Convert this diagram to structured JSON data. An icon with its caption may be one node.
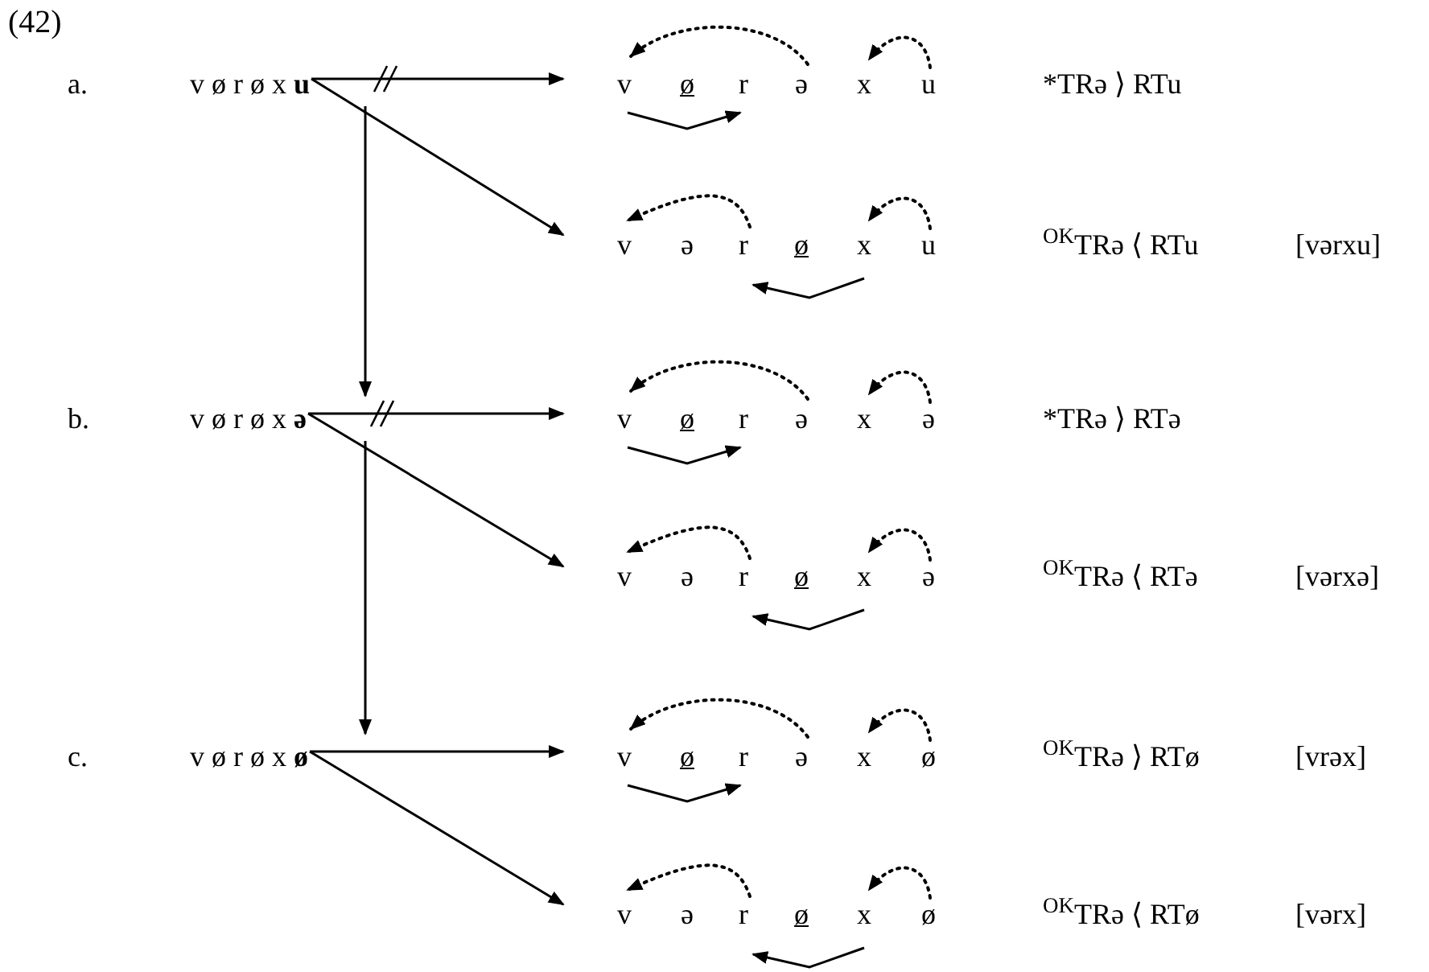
{
  "diagram": {
    "title": "(42)",
    "nodes": [
      {
        "text": [
          "v ø r ø x **u**"
        ],
        "beside": [
          "a."
        ]
      },
      {
        "text": [
          "v",
          "ø",
          "r",
          "ə",
          "x",
          "u"
        ],
        "beside": [
          "*TRə ⟩ RTu"
        ]
      },
      {
        "text": [
          "v",
          "ə",
          "r",
          "ø",
          "x",
          "u"
        ],
        "beside": [
          "$^{OK}$TRə ⟨ RTu",
          "[vərxu]"
        ]
      },
      {
        "text": [
          "v ø r ø x **ə**"
        ],
        "beside": [
          "b."
        ]
      },
      {
        "text": [
          "v",
          "ø",
          "r",
          "ə",
          "x",
          "ə"
        ],
        "beside": [
          "*TRə ⟩ RTə"
        ]
      },
      {
        "text": [
          "v",
          "ə",
          "r",
          "ø",
          "x",
          "ə"
        ],
        "beside": [
          "$^{OK}$TRə ⟨ RTə",
          "[vərxə]"
        ]
      },
      {
        "text": [
          "v ø r ø x **ø**"
        ],
        "beside": [
          "c."
        ]
      },
      {
        "text": [
          "v",
          "ø",
          "r",
          "ə",
          "x",
          "ø"
        ],
        "beside": [
          "$^{OK}$TRə ⟩ RTø",
          "[vrəx]"
        ]
      },
      {
        "text": [
          "v",
          "ə",
          "r",
          "ø",
          "x",
          "ø"
        ],
        "beside": [
          "$^{OK}$TRə ⟨ RTø",
          "[vərx]"
        ]
      }
    ],
    "edges": [
      {
        "from": 0,
        "to": 1,
        "arrow": "to"
      },
      {
        "from": 0,
        "to": 2,
        "arrow": "to"
      },
      {
        "from": 0,
        "to": 3,
        "arrow": "to"
      },
      {
        "from": 3,
        "to": 4,
        "arrow": "to"
      },
      {
        "from": 3,
        "to": 5,
        "arrow": "to"
      },
      {
        "from": 3,
        "to": 6,
        "arrow": "to"
      },
      {
        "from": 6,
        "to": 7,
        "arrow": "to"
      },
      {
        "from": 6,
        "to": 8,
        "arrow": "to"
      }
    ]
  }
}
